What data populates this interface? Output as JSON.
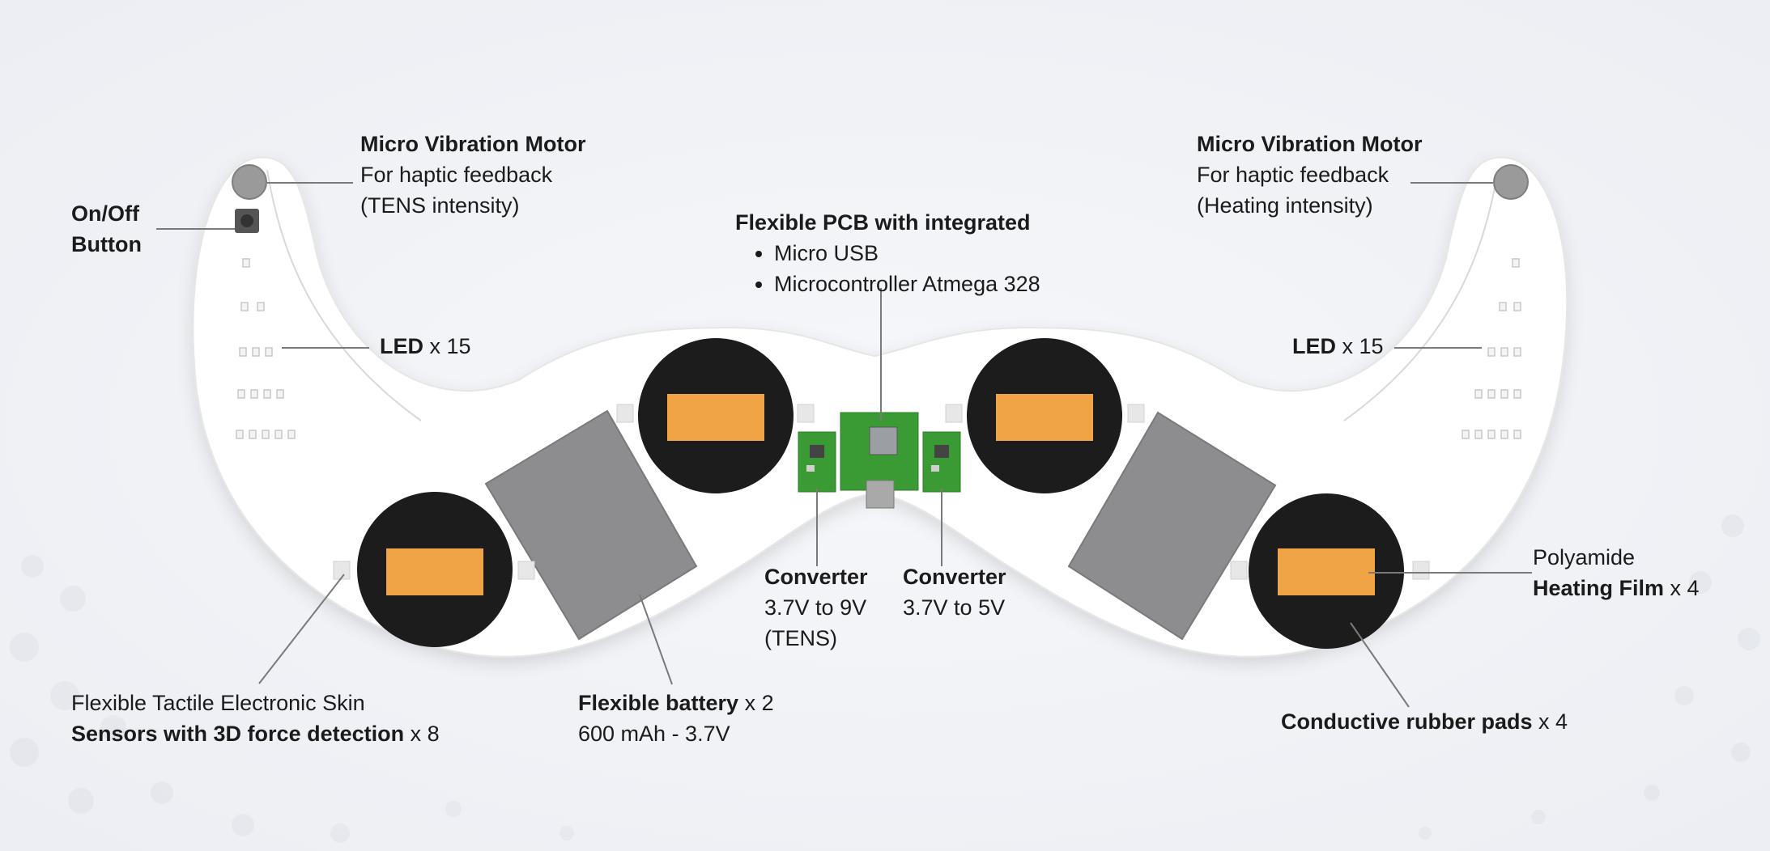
{
  "colors": {
    "background": "#f1f2f6",
    "device_body": "#ffffff",
    "electrode_disc": "#1c1c1c",
    "heating_film": "#f0a445",
    "battery": "#8d8d8f",
    "pcb": "#3a9b34",
    "leader_line": "#7a7a7a",
    "title_fragment": "#1f2d44"
  },
  "labels": {
    "motor_left": {
      "title": "Micro Vibration Motor",
      "line2": "For haptic feedback",
      "line3": "(TENS intensity)"
    },
    "motor_right": {
      "title": "Micro Vibration Motor",
      "line2": "For haptic feedback",
      "line3": "(Heating intensity)"
    },
    "onoff": {
      "line1": "On/Off",
      "line2": "Button"
    },
    "pcb": {
      "title": "Flexible PCB with integrated",
      "bullets": [
        "Micro USB",
        "Microcontroller Atmega 328"
      ]
    },
    "led_left": {
      "bold": "LED",
      "suffix": " x 15"
    },
    "led_right": {
      "bold": "LED",
      "suffix": " x 15"
    },
    "converter_tens": {
      "title": "Converter",
      "line2": "3.7V to 9V",
      "line3": "(TENS)"
    },
    "converter_5v": {
      "title": "Converter",
      "line2": "3.7V to 5V"
    },
    "heating_film": {
      "line1": "Polyamide",
      "bold": "Heating Film",
      "suffix": " x 4"
    },
    "sensors": {
      "line1": "Flexible Tactile Electronic Skin",
      "bold": "Sensors with 3D force detection",
      "suffix": " x 8"
    },
    "battery": {
      "bold": "Flexible battery",
      "suffix": " x 2",
      "line2": "600 mAh - 3.7V"
    },
    "rubber_pads": {
      "bold": "Conductive rubber pads",
      "suffix": " x 4"
    }
  }
}
